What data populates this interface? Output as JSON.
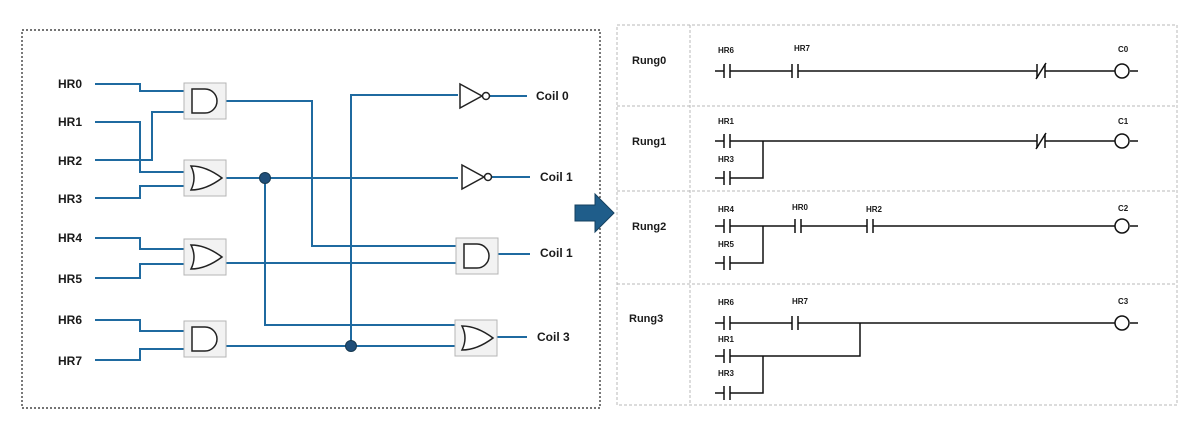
{
  "logic": {
    "inputs": [
      "HR0",
      "HR1",
      "HR2",
      "HR3",
      "HR4",
      "HR5",
      "HR6",
      "HR7"
    ],
    "outputs": [
      "Coil 0",
      "Coil 1",
      "Coil 1",
      "Coil 3"
    ]
  },
  "ladder": {
    "rungs": [
      {
        "label": "Rung0",
        "contacts": [
          "HR6",
          "HR7"
        ],
        "parallel": [],
        "coil": "C0"
      },
      {
        "label": "Rung1",
        "contacts": [
          "HR1"
        ],
        "parallel": [
          "HR3"
        ],
        "coil": "C1"
      },
      {
        "label": "Rung2",
        "contacts": [
          "HR4",
          "HR0",
          "HR2"
        ],
        "parallel": [
          "HR5"
        ],
        "coil": "C2"
      },
      {
        "label": "Rung3",
        "contacts": [
          "HR6",
          "HR7"
        ],
        "parallel": [
          "HR1",
          "HR3"
        ],
        "coil": "C3"
      }
    ]
  },
  "colors": {
    "wire": "#1f6aa0",
    "arrow": "#1f5d8a",
    "gate_box": "#d0d0d0"
  }
}
